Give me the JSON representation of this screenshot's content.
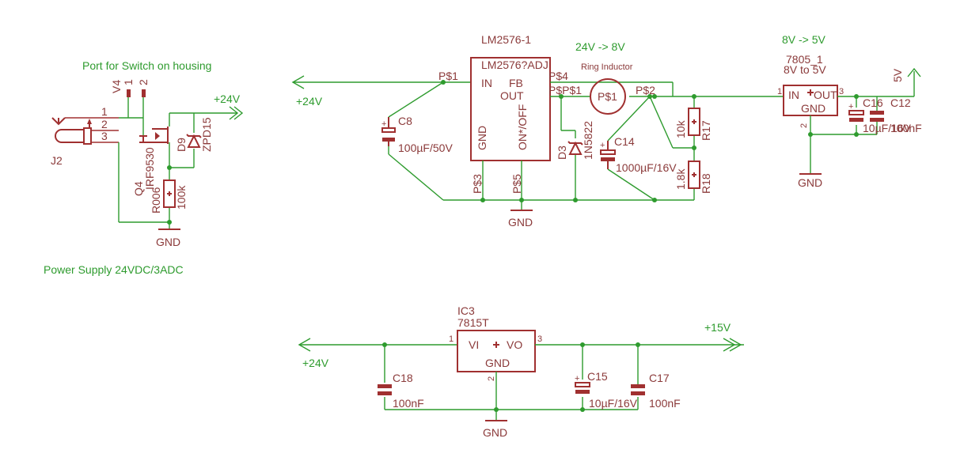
{
  "colors": {
    "wire": "#2e9b2e",
    "part": "#a03030",
    "text": "#8b3a3a",
    "background": "#ffffff"
  },
  "notes": {
    "switch_port": "Port for Switch on housing",
    "power_supply": "Power Supply 24VDC/3ADC",
    "step1": "24V -> 8V",
    "step2": "8V -> 5V"
  },
  "nets": {
    "plus24_a": "+24V",
    "plus24_b": "+24V",
    "plus24_c": "+24V",
    "plus15": "+15V",
    "plus5": "5V",
    "gnd_1": "GND",
    "gnd_2": "GND",
    "gnd_3": "GND",
    "gnd_4": "GND"
  },
  "connector_j2": {
    "name": "J2",
    "pins": [
      "1",
      "2",
      "3"
    ]
  },
  "connector_v4": {
    "name": "V4",
    "pins": [
      "1",
      "2"
    ]
  },
  "q4": {
    "name": "Q4",
    "value": "IRF9530"
  },
  "r10": {
    "name": "R006",
    "value": "100k"
  },
  "d9": {
    "name": "D9",
    "value": "ZPD15"
  },
  "ic1": {
    "name": "LM2576-1",
    "value": "LM2576?ADJ",
    "pins": {
      "in": "IN",
      "fb": "FB",
      "out": "OUT",
      "gnd": "GND",
      "onoff": "ON*/OFF"
    },
    "pads": {
      "p1": "P$1",
      "p4": "P$4",
      "p1b": "P$P$1",
      "p3": "P$3",
      "p5": "P$5"
    }
  },
  "c8": {
    "name": "C8",
    "value": "100µF/50V"
  },
  "d3": {
    "name": "D3",
    "value": "1N5822"
  },
  "inductor": {
    "name": "Ring Inductor",
    "pad1": "P$1",
    "pad2": "P$2"
  },
  "c14": {
    "name": "C14",
    "value": "1000µF/16V"
  },
  "r17": {
    "name": "R17",
    "value": "10k"
  },
  "r18": {
    "name": "R18",
    "value": "1.8k"
  },
  "ic2": {
    "name": "7805_1",
    "value": "8V to 5V",
    "pins": {
      "in": "IN",
      "out": "OUT",
      "gnd": "GND"
    },
    "pin_numbers": [
      "1",
      "3",
      "2"
    ]
  },
  "c16": {
    "name": "C16",
    "value": "10µF/16V"
  },
  "c12": {
    "name": "C12",
    "value": "100nF"
  },
  "ic3": {
    "name": "IC3",
    "value": "7815T",
    "pins": {
      "vi": "VI",
      "vo": "VO",
      "gnd": "GND"
    },
    "pin_numbers": [
      "1",
      "3",
      "2"
    ]
  },
  "c18": {
    "name": "C18",
    "value": "100nF"
  },
  "c15": {
    "name": "C15",
    "value": "10µF/16V"
  },
  "c17": {
    "name": "C17",
    "value": "100nF"
  }
}
